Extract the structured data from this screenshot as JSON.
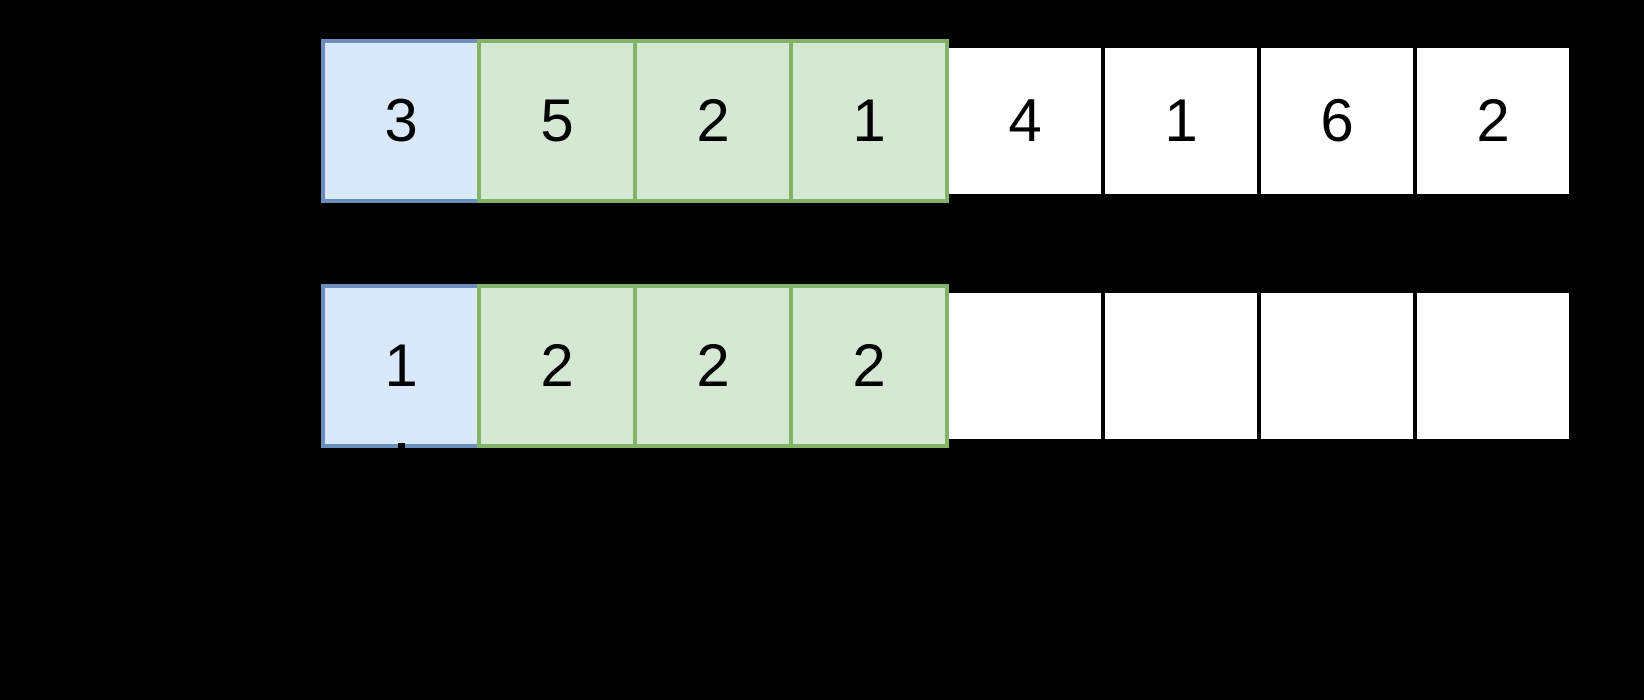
{
  "canvas": {
    "background": "#000000"
  },
  "colors": {
    "canvas_bg": "#000000",
    "digit_color": "#000000",
    "blue_fill": "#DAE8FC",
    "blue_border": "#6C8EBF",
    "green_fill": "#D5E8D4",
    "green_border": "#82B366",
    "white_fill": "#FFFFFF",
    "white_border": "#000000",
    "stray_color": "#000000"
  },
  "arrays": [
    {
      "cells": [
        {
          "value": "3",
          "style": "blue"
        },
        {
          "value": "5",
          "style": "green"
        },
        {
          "value": "2",
          "style": "green"
        },
        {
          "value": "1",
          "style": "green"
        },
        {
          "value": "4",
          "style": "white"
        },
        {
          "value": "1",
          "style": "white"
        },
        {
          "value": "6",
          "style": "white"
        },
        {
          "value": "2",
          "style": "white"
        }
      ]
    },
    {
      "cells": [
        {
          "value": "1",
          "style": "blue"
        },
        {
          "value": "2",
          "style": "green"
        },
        {
          "value": "2",
          "style": "green"
        },
        {
          "value": "2",
          "style": "green"
        },
        {
          "value": "",
          "style": "white"
        },
        {
          "value": "",
          "style": "white"
        },
        {
          "value": "",
          "style": "white"
        },
        {
          "value": "",
          "style": "white"
        }
      ]
    }
  ]
}
